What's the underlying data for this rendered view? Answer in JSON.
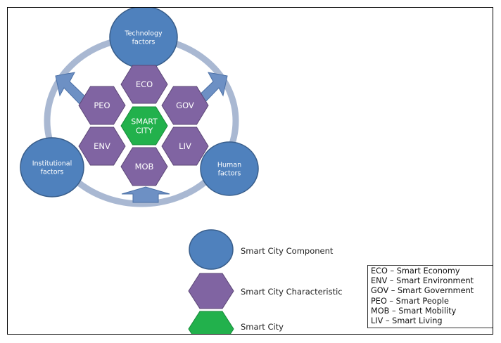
{
  "colors": {
    "component": "#4f81bd",
    "component_edge": "#385d8a",
    "characteristic": "#8064a2",
    "characteristic_edge": "#5c4776",
    "smart_city": "#22b14c",
    "ring": "#a9b8d2",
    "arrow": "#6d90c4"
  },
  "components": [
    {
      "id": "technology",
      "label_lines": [
        "Technology",
        "factors"
      ]
    },
    {
      "id": "institutional",
      "label_lines": [
        "Institutional",
        "factors"
      ]
    },
    {
      "id": "human",
      "label_lines": [
        "Human",
        "factors"
      ]
    }
  ],
  "center": {
    "label_lines": [
      "SMART",
      "CITY"
    ]
  },
  "characteristics": [
    "ECO",
    "GOV",
    "LIV",
    "MOB",
    "ENV",
    "PEO"
  ],
  "legend": {
    "component": "Smart City Component",
    "characteristic": "Smart City Characteristic",
    "smart_city": "Smart City"
  },
  "abbreviations": [
    "ECO – Smart Economy",
    "ENV – Smart Environment",
    "GOV – Smart Government",
    "PEO – Smart People",
    "MOB – Smart Mobility",
    "LIV – Smart Living"
  ]
}
